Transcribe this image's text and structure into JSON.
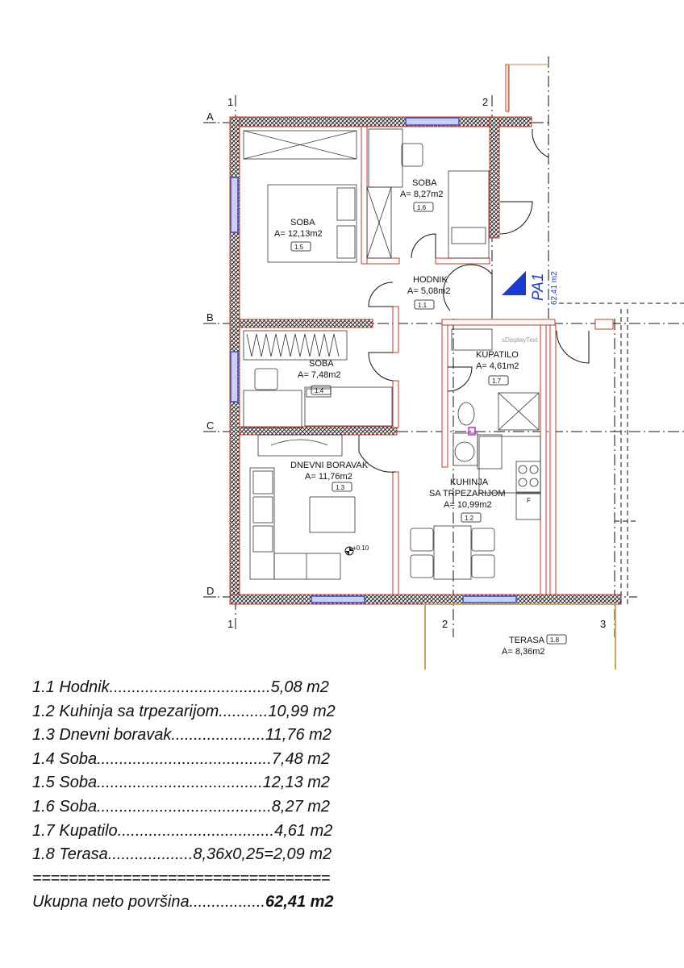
{
  "axes": {
    "grid_numbers": [
      "1",
      "2",
      "1",
      "2",
      "3"
    ],
    "grid_letters": [
      "A",
      "B",
      "C",
      "D"
    ]
  },
  "stamp": {
    "code": "PA1",
    "area": "62.41 m2"
  },
  "faint_text": "sDisplayText",
  "elevation": "+0.10",
  "rooms": [
    {
      "id": "1.5",
      "name": "SOBA",
      "area": "A= 12,13m2"
    },
    {
      "id": "1.6",
      "name": "SOBA",
      "area": "A= 8,27m2"
    },
    {
      "id": "1.1",
      "name": "HODNIK",
      "area": "A= 5,08m2"
    },
    {
      "id": "1.4",
      "name": "SOBA",
      "area": "A= 7,48m2"
    },
    {
      "id": "1.7",
      "name": "KUPATILO",
      "area": "A= 4,61m2"
    },
    {
      "id": "1.3",
      "name": "DNEVNI BORAVAK",
      "area": "A= 11,76m2"
    },
    {
      "id": "1.2",
      "name": "KUHINJA",
      "name2": "SA TRPEZARIJOM",
      "area": "A= 10,99m2"
    },
    {
      "id": "1.8",
      "name": "TERASA",
      "area": "A= 8,36m2"
    }
  ],
  "appliance": "F",
  "legend": {
    "rows": [
      "1.1 Hodnik....................................5,08 m2",
      "1.2 Kuhinja sa trpezarijom...........10,99 m2",
      "1.3 Dnevni boravak.....................11,76 m2",
      "1.4 Soba.......................................7,48 m2",
      "1.5 Soba.....................................12,13 m2",
      "1.6 Soba.......................................8,27 m2",
      "1.7 Kupatilo...................................4,61 m2",
      "1.8 Terasa...................8,36x0,25=2,09 m2"
    ],
    "separator": "=================================",
    "total_label": "Ukupna neto površina.................",
    "total_value": "62,41 m2"
  },
  "colors": {
    "wall_outline": "#c0392b",
    "window": "#3a4fc7",
    "terrace": "#c9a56a",
    "stamp": "#1a3bd1"
  }
}
